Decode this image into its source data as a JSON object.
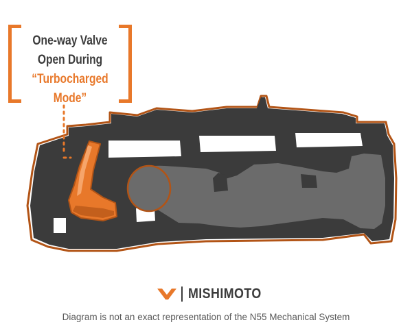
{
  "callout": {
    "line1": "One-way Valve",
    "line2": "Open During",
    "line3": "“Turbocharged Mode”"
  },
  "brand": {
    "name": "MISHIMOTO",
    "logo_icon": "mishimoto-chevron-logo"
  },
  "disclaimer": "Diagram is not an exact representation of the N55 Mechanical System",
  "colors": {
    "accent": "#e8782a",
    "accent_dark": "#b25416",
    "body": "#3b3b3b",
    "chamber": "#6b6b6b",
    "text_gray": "#595959",
    "background": "#ffffff"
  }
}
